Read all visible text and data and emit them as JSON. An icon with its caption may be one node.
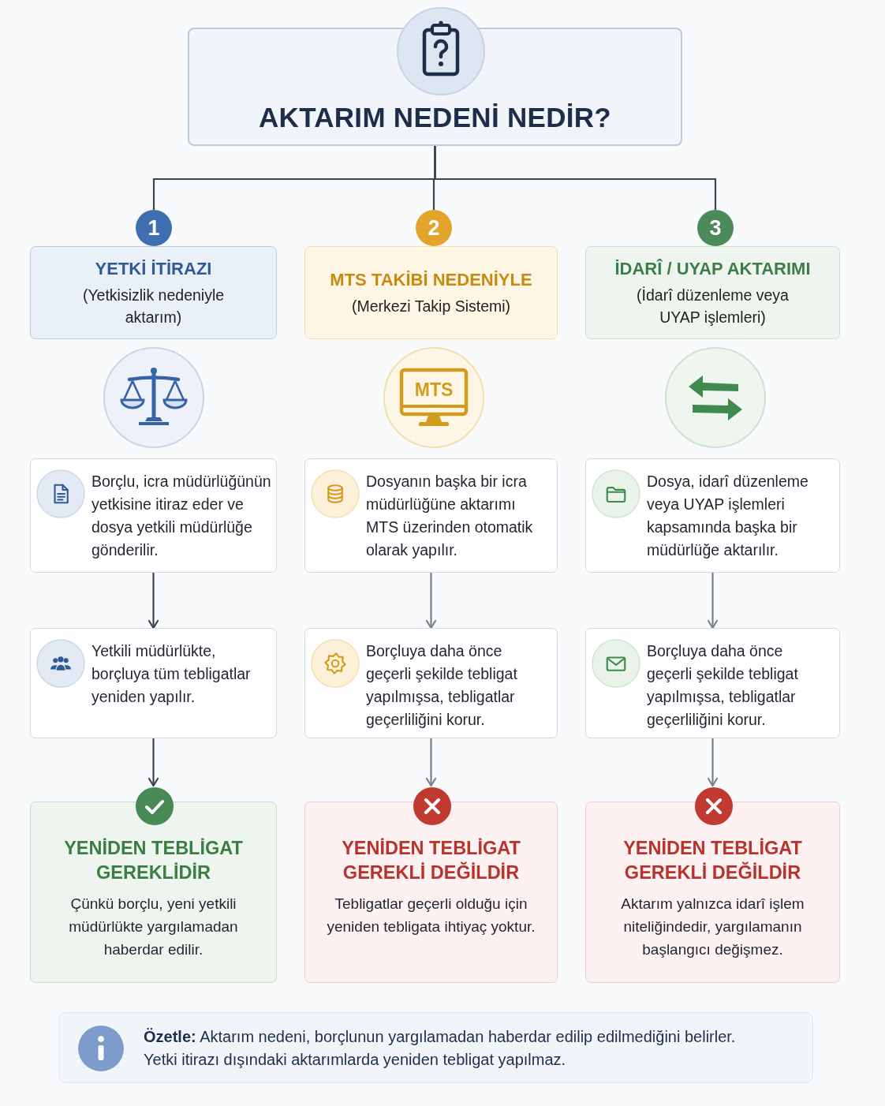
{
  "diagram": {
    "nodes": [
      {
        "text": [
          "AKTARIM NEDENİ NEDİR?"
        ]
      },
      {
        "text": [
          "1"
        ]
      },
      {
        "text": [
          "2"
        ]
      },
      {
        "text": [
          "3"
        ]
      },
      {
        "text": [
          "YETKİ İTİRAZI",
          "(Yetkisizlik nedeniyle aktarım)"
        ]
      },
      {
        "text": [
          "MTS TAKİBİ NEDENİYLE",
          "(Merkezi Takip Sistemi)"
        ]
      },
      {
        "text": [
          "İDARÎ / UYAP AKTARIMI",
          "(İdarî düzenleme veya UYAP işlemleri)"
        ]
      },
      {
        "text": [
          "Borçlu, icra müdürlüğünün yetkisine itiraz eder ve dosya yetkili müdürlüğe gönderilir."
        ]
      },
      {
        "text": [
          "Dosyanın başka bir icra müdürlüğüne aktarımı MTS üzerinden otomatik olarak yapılır."
        ]
      },
      {
        "text": [
          "Dosya, idarî düzenleme veya UYAP işlemleri kapsamında başka bir müdürlüğe aktarılır."
        ]
      },
      {
        "text": [
          "Yetkili müdürlükte, borçluya tüm tebligatlar yeniden yapılır."
        ]
      },
      {
        "text": [
          "Borçluya daha önce geçerli şekilde tebligat yapılmışsa, tebligatlar geçerliliğini korur."
        ]
      },
      {
        "text": [
          "Borçluya daha önce geçerli şekilde tebligat yapılmışsa, tebligatlar geçerliliğini korur."
        ]
      },
      {
        "text": [
          "YENİDEN TEBLİGAT GEREKLİDİR",
          "Çünkü borçlu, yeni yetkili müdürlükte yargılamadan haberdar edilir."
        ]
      },
      {
        "text": [
          "YENİDEN TEBLİGAT GEREKLİ DEĞİLDİR",
          "Tebligatlar geçerli olduğu için yeniden tebligata ihtiyaç yoktur."
        ]
      },
      {
        "text": [
          "YENİDEN TEBLİGAT GEREKLİ DEĞİLDİR",
          "Aktarım yalnızca idarî işlem niteliğindedir, yargılamanın başlangıcı değişmez."
        ]
      },
      {
        "text": [
          "**Özetle:** Aktarım nedeni, borçlunun yargılamadan haberdar edilip edilmediğini belirler. Yetki itirazı dışındaki aktarımlarda yeniden tebligat yapılmaz."
        ]
      }
    ],
    "edges": [
      {
        "from": 0,
        "to": 1,
        "arrow": "none"
      },
      {
        "from": 0,
        "to": 2,
        "arrow": "none"
      },
      {
        "from": 0,
        "to": 3,
        "arrow": "none"
      },
      {
        "from": 7,
        "to": 10,
        "arrow": "to"
      },
      {
        "from": 8,
        "to": 11,
        "arrow": "to",
        "color": "#7b818b"
      },
      {
        "from": 9,
        "to": 12,
        "arrow": "to",
        "color": "#7b818b"
      },
      {
        "from": 10,
        "to": 13,
        "arrow": "to"
      },
      {
        "from": 11,
        "to": 14,
        "arrow": "to",
        "color": "#7b818b"
      },
      {
        "from": 12,
        "to": 15,
        "arrow": "to",
        "color": "#7b818b"
      }
    ],
    "labels": [
      "MTS"
    ]
  }
}
